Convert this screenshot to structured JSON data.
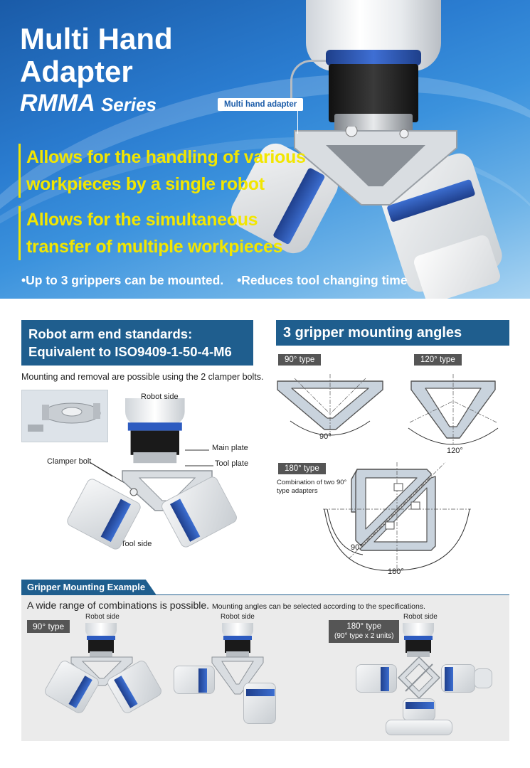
{
  "hero": {
    "title_line1": "Multi Hand",
    "title_line2": "Adapter",
    "title_line3": "RMMA",
    "title_series": "Series",
    "callout": "Multi hand adapter",
    "feature1_line1": "Allows for the handling of various",
    "feature1_line2": "workpieces by a single robot",
    "feature2_line1": "Allows for the simultaneous",
    "feature2_line2": "transfer of multiple workpieces",
    "bullet1": "•Up to 3 grippers can be mounted.",
    "bullet2": "•Reduces tool changing time"
  },
  "standards": {
    "heading_line1": "Robot arm end standards:",
    "heading_line2": "Equivalent to ISO9409-1-50-4-M6",
    "note": "Mounting and removal are possible using the 2 clamper bolts.",
    "label_robot_side": "Robot side",
    "label_main_plate": "Main plate",
    "label_tool_plate": "Tool plate",
    "label_clamper_bolt": "Clamper bolt",
    "label_tool_side": "Tool side"
  },
  "angles": {
    "heading": "3 gripper mounting angles",
    "type90": "90° type",
    "type120": "120° type",
    "type180": "180° type",
    "deg90": "90°",
    "deg120": "120°",
    "deg180": "180°",
    "deg90b": "90°",
    "combo_line1": "Combination of two 90°",
    "combo_line2": "type adapters"
  },
  "example": {
    "tab": "Gripper Mounting Example",
    "lead_main": "A wide range of combinations is possible.",
    "lead_small": "Mounting angles can be selected according to the specifications.",
    "tag90": "90° type",
    "tag180_line1": "180° type",
    "tag180_line2": "(90° type x 2 units)",
    "robot_side_1": "Robot side",
    "robot_side_2": "Robot side",
    "robot_side_3": "Robot side"
  },
  "colors": {
    "hero_blue": "#1a5ba8",
    "feature_yellow": "#f2e600",
    "section_blue": "#1f5e8e",
    "tag_gray": "#555555",
    "panel_gray": "#ebebeb",
    "gripper_blue": "#2d5bc0"
  }
}
